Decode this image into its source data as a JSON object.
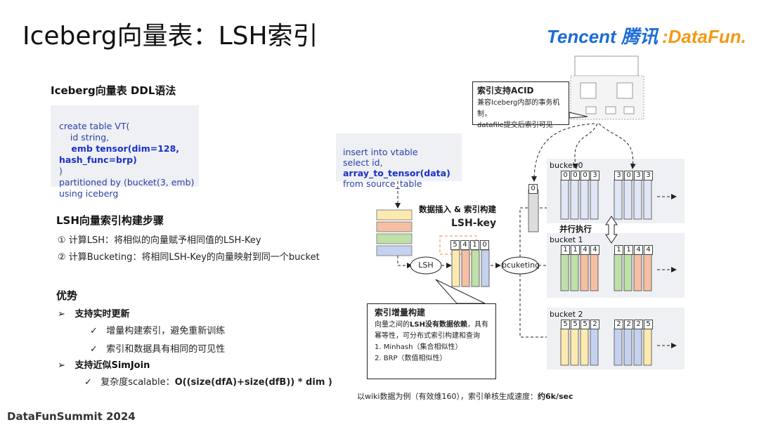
{
  "title": "Iceberg向量表：LSH索引",
  "logo": {
    "tencent": "Tencent 腾讯",
    "datafun": ":DataFun."
  },
  "ddl": {
    "heading": "Iceberg向量表 DDL语法",
    "lines": [
      "create table VT(",
      "    id string,",
      "    emb tensor(dim=128,",
      "hash_func=brp)",
      ")",
      "partitioned by (bucket(3, emb)",
      "using iceberg"
    ]
  },
  "steps": {
    "heading": "LSH向量索引构建步骤",
    "items": [
      "①  计算LSH：将相似的向量赋予相同值的LSH-Key",
      "②  计算Bucketing：将相同LSH-Key的向量映射到同一个bucket"
    ]
  },
  "advantages": {
    "heading": "优势",
    "g1": "支持实时更新",
    "g1_items": [
      "增量构建索引，避免重新训练",
      "索引和数据具有相同的可见性"
    ],
    "g2": "支持近似SimJoin",
    "g2_item_prefix": "复杂度scalable：",
    "g2_item_formula": "O((size(dfA)+size(dfB)) * dim )"
  },
  "insert_sql": [
    "insert into vtable",
    "select id,",
    "array_to_tensor(data)",
    "from source_table"
  ],
  "diagram": {
    "insert_label": "数据插入 & 索引构建",
    "lsh_key_label": "LSH-key",
    "lsh_node": "LSH",
    "bucketing_node": "bcuketing",
    "parallel_label": "并行执行",
    "lsh_key_values": [
      "5",
      "4",
      "1",
      "0"
    ],
    "single_cell": "0",
    "buckets": [
      {
        "label": "bucket 0",
        "cells_a": [
          "0",
          "0",
          "0",
          "3"
        ],
        "cells_b": [
          "3",
          "0",
          "3",
          "3"
        ]
      },
      {
        "label": "bucket 1",
        "cells_a": [
          "1",
          "1",
          "4",
          "4"
        ],
        "cells_b": [
          "1",
          "1",
          "4",
          "4"
        ]
      },
      {
        "label": "bucket 2",
        "cells_a": [
          "5",
          "5",
          "5",
          "2"
        ],
        "cells_b": [
          "2",
          "2",
          "2",
          "5"
        ]
      }
    ],
    "acid": {
      "title": "索引支持ACID",
      "lines": [
        "兼容Iceberg内部的事务机制，",
        "datafile提交后索引可见"
      ]
    },
    "incremental": {
      "title": "索引增量构建",
      "line1_prefix": "向量之间的",
      "line1_bold": "LSH没有数据依赖",
      "line1_suffix": "，具有",
      "line2": "幂等性，可分布式索引构建和查询",
      "items": [
        "1.    Minhash（集合相似性）",
        "2.    BRP（数值相似性）"
      ]
    }
  },
  "caption_prefix": "以wiki数据为例（有效维160），索引单核生成速度：",
  "caption_bold": "约6k/sec",
  "footer": "DataFunSummit 2024"
}
